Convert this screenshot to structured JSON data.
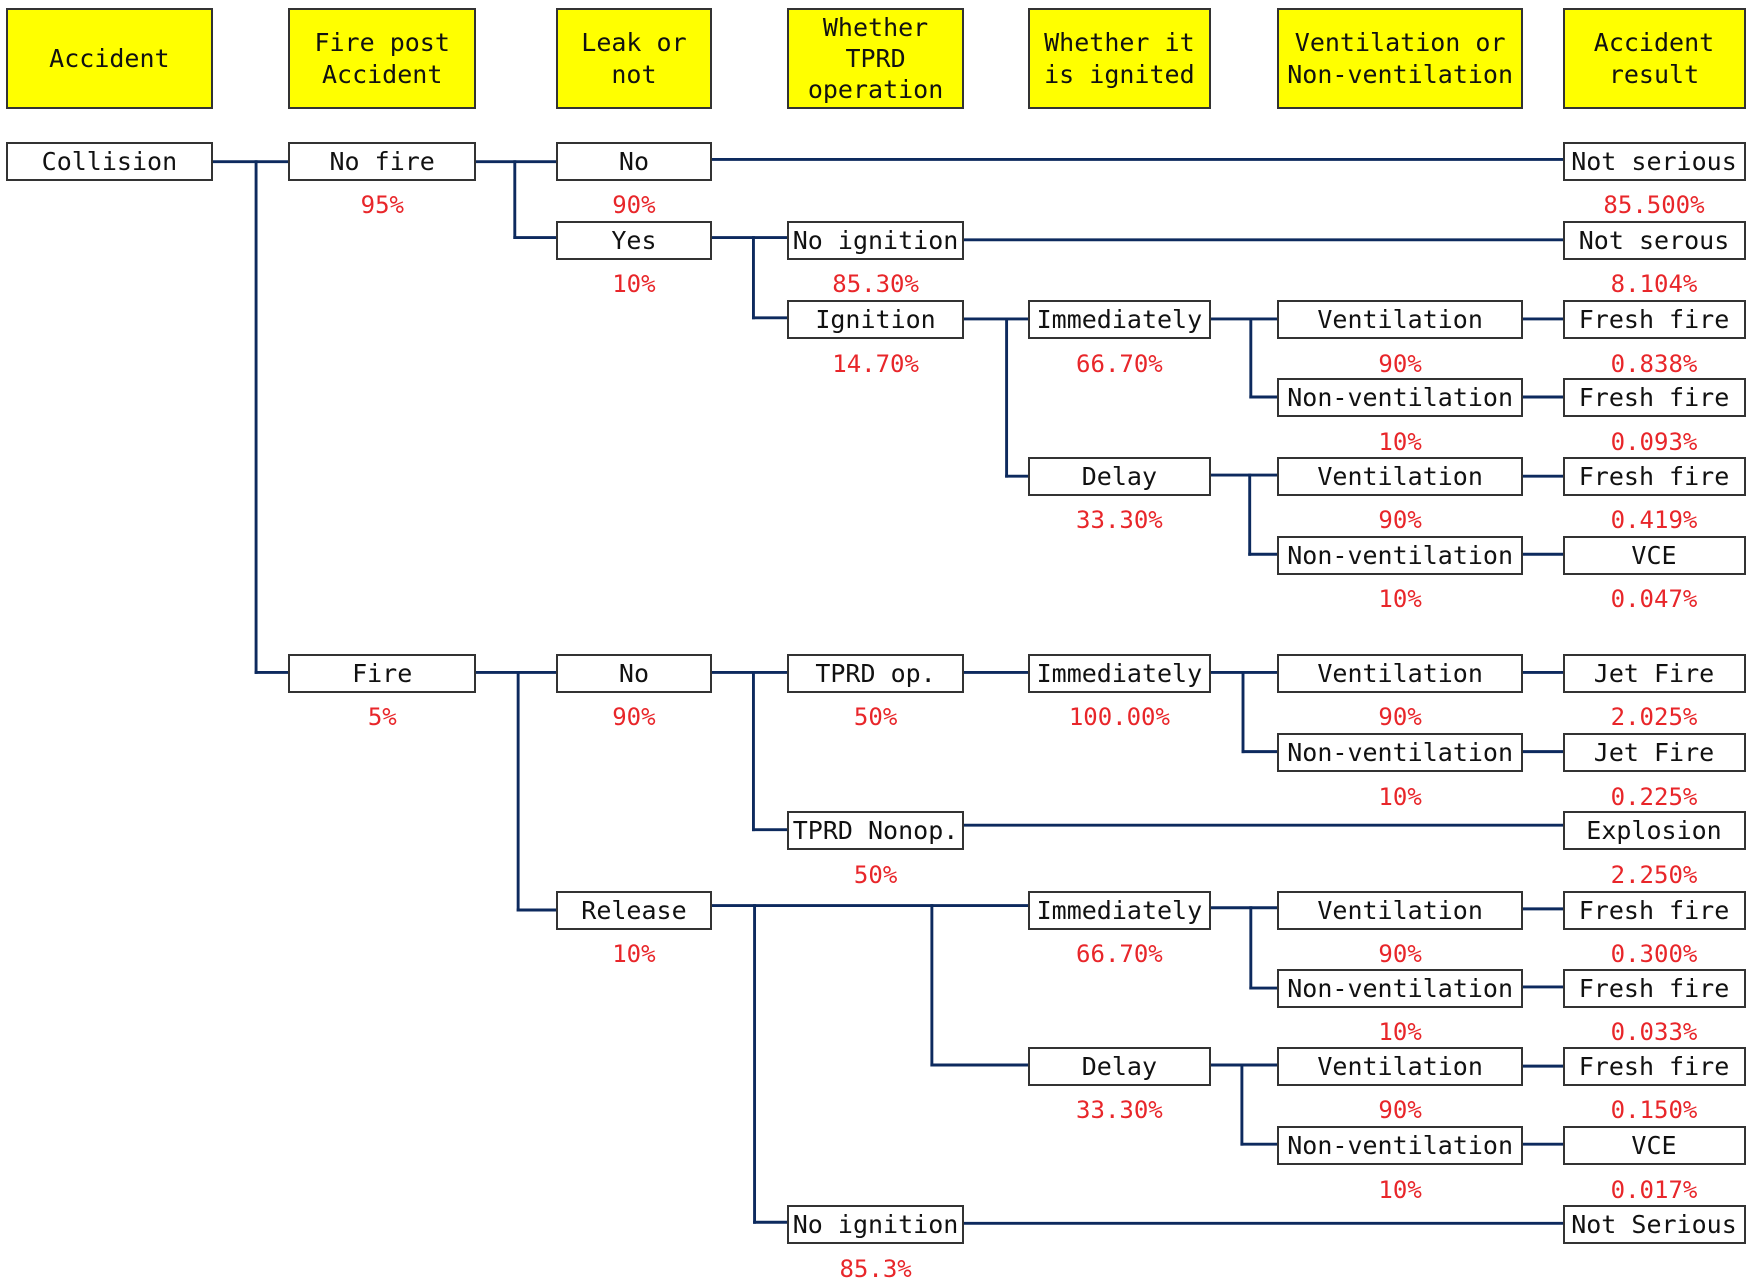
{
  "colors": {
    "header_fill": "#ffff00",
    "line": "#0d2a5e",
    "probability": "#e8262a",
    "box_border": "#333333"
  },
  "headers": [
    "Accident",
    "Fire post\nAccident",
    "Leak or\nnot",
    "Whether\nTPRD\noperation",
    "Whether it\nis ignited",
    "Ventilation or\nNon-ventilation",
    "Accident\nresult"
  ],
  "nodes": {
    "collision": {
      "label": "Collision"
    },
    "no_fire": {
      "label": "No fire",
      "prob": "95%"
    },
    "fire": {
      "label": "Fire",
      "prob": "5%"
    },
    "leak_no_1": {
      "label": "No",
      "prob": "90%"
    },
    "leak_yes": {
      "label": "Yes",
      "prob": "10%"
    },
    "no_ignition_1": {
      "label": "No ignition",
      "prob": "85.30%"
    },
    "ignition": {
      "label": "Ignition",
      "prob": "14.70%"
    },
    "immediately_1": {
      "label": "Immediately",
      "prob": "66.70%"
    },
    "delay_1": {
      "label": "Delay",
      "prob": "33.30%"
    },
    "vent_1": {
      "label": "Ventilation",
      "prob": "90%"
    },
    "nonvent_1": {
      "label": "Non-ventilation",
      "prob": "10%"
    },
    "vent_2": {
      "label": "Ventilation",
      "prob": "90%"
    },
    "nonvent_2": {
      "label": "Non-ventilation",
      "prob": "10%"
    },
    "leak_no_2": {
      "label": "No",
      "prob": "90%"
    },
    "release": {
      "label": "Release",
      "prob": "10%"
    },
    "tprd_op": {
      "label": "TPRD op.",
      "prob": "50%"
    },
    "tprd_nonop": {
      "label": "TPRD Nonop.",
      "prob": "50%"
    },
    "immediately_2": {
      "label": "Immediately",
      "prob": "100.00%"
    },
    "vent_3": {
      "label": "Ventilation",
      "prob": "90%"
    },
    "nonvent_3": {
      "label": "Non-ventilation",
      "prob": "10%"
    },
    "immediately_3": {
      "label": "Immediately",
      "prob": "66.70%"
    },
    "delay_2": {
      "label": "Delay",
      "prob": "33.30%"
    },
    "vent_4": {
      "label": "Ventilation",
      "prob": "90%"
    },
    "nonvent_4": {
      "label": "Non-ventilation",
      "prob": "10%"
    },
    "vent_5": {
      "label": "Ventilation",
      "prob": "90%"
    },
    "nonvent_5": {
      "label": "Non-ventilation",
      "prob": "10%"
    },
    "no_ignition_2": {
      "label": "No ignition",
      "prob": "85.3%"
    }
  },
  "results": [
    {
      "label": "Not serious",
      "prob": "85.500%"
    },
    {
      "label": "Not serous",
      "prob": "8.104%"
    },
    {
      "label": "Fresh fire",
      "prob": "0.838%"
    },
    {
      "label": "Fresh fire",
      "prob": "0.093%"
    },
    {
      "label": "Fresh fire",
      "prob": "0.419%"
    },
    {
      "label": "VCE",
      "prob": "0.047%"
    },
    {
      "label": "Jet Fire",
      "prob": "2.025%"
    },
    {
      "label": "Jet Fire",
      "prob": "0.225%"
    },
    {
      "label": "Explosion",
      "prob": "2.250%"
    },
    {
      "label": "Fresh fire",
      "prob": "0.300%"
    },
    {
      "label": "Fresh fire",
      "prob": "0.033%"
    },
    {
      "label": "Fresh fire",
      "prob": "0.150%"
    },
    {
      "label": "VCE",
      "prob": "0.017%"
    },
    {
      "label": "Not Serious",
      "prob": ""
    }
  ]
}
